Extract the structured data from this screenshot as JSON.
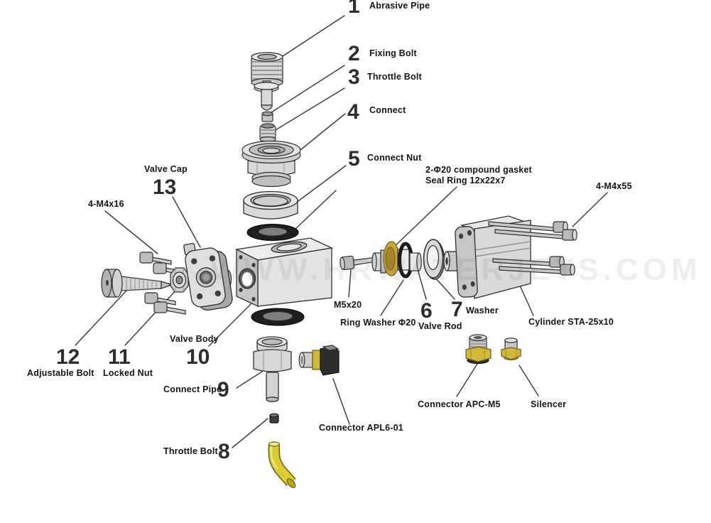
{
  "watermark": "WWW.HRWATERJETS.COM",
  "callouts": {
    "abrasive_pipe": {
      "num": "1",
      "label": "Abrasive Pipe"
    },
    "fixing_bolt": {
      "num": "2",
      "label": "Fixing Bolt"
    },
    "throttle_bolt_upper": {
      "num": "3",
      "label": "Throttle Bolt"
    },
    "connect": {
      "num": "4",
      "label": "Connect"
    },
    "connect_nut": {
      "num": "5",
      "label": "Connect Nut"
    },
    "valve_rod": {
      "num": "6",
      "label": "Valve Rod"
    },
    "washer": {
      "num": "7",
      "label": "Washer"
    },
    "throttle_bolt_lower": {
      "num": "8",
      "label": "Throttle Bolt"
    },
    "connect_pipe": {
      "num": "9",
      "label": "Connect Pipe"
    },
    "valve_body": {
      "num": "10",
      "label": "Valve Body"
    },
    "locked_nut": {
      "num": "11",
      "label": "Locked Nut"
    },
    "adjustable_bolt": {
      "num": "12",
      "label": "Adjustable Bolt"
    },
    "valve_cap": {
      "num": "13",
      "label": "Valve Cap"
    }
  },
  "annotations": {
    "bolts_left": "4-M4x16",
    "bolts_right": "4-M4x55",
    "gasket_line1": "2-Φ20 compound gasket",
    "gasket_line2": "Seal Ring 12x22x7",
    "rod_bolt": "M5x20",
    "ring_washer": "Ring Washer Φ20",
    "cylinder": "Cylinder STA-25x10",
    "connector_elbow": "Connector APL6-01",
    "connector_straight": "Connector APC-M5",
    "silencer": "Silencer"
  },
  "colors": {
    "background": "#ffffff",
    "part_fill": "#d9d9d9",
    "part_outline": "#2f2f2f",
    "seal_black": "#1f1f1f",
    "gasket_gold": "#c9a43a",
    "fitting_yellow": "#d2b838",
    "tube_yellow": "#d9cb31",
    "leader_line": "#3f3f3f",
    "label_text": "#141414",
    "watermark_text": "rgba(90,90,90,0.10)"
  }
}
